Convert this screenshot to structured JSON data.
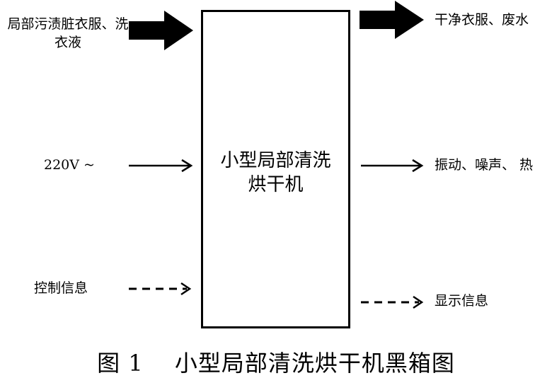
{
  "inputs": {
    "materials": "局部污渍脏衣服、洗衣液",
    "power": "220V ~",
    "control": "控制信息"
  },
  "machine": {
    "name": "小型局部清洗烘干机"
  },
  "outputs": {
    "materials": "干净衣服、废水",
    "energy": "振动、噪声、 热",
    "signal": "显示信息"
  },
  "caption": "图 1　 小型局部清洗烘干机黑箱图",
  "legend_meaning": {
    "thick_arrow": "material-flow",
    "thin_arrow": "energy-flow",
    "dashed_arrow": "information-flow"
  },
  "colors": {
    "ink": "#000000",
    "background": "#ffffff"
  }
}
